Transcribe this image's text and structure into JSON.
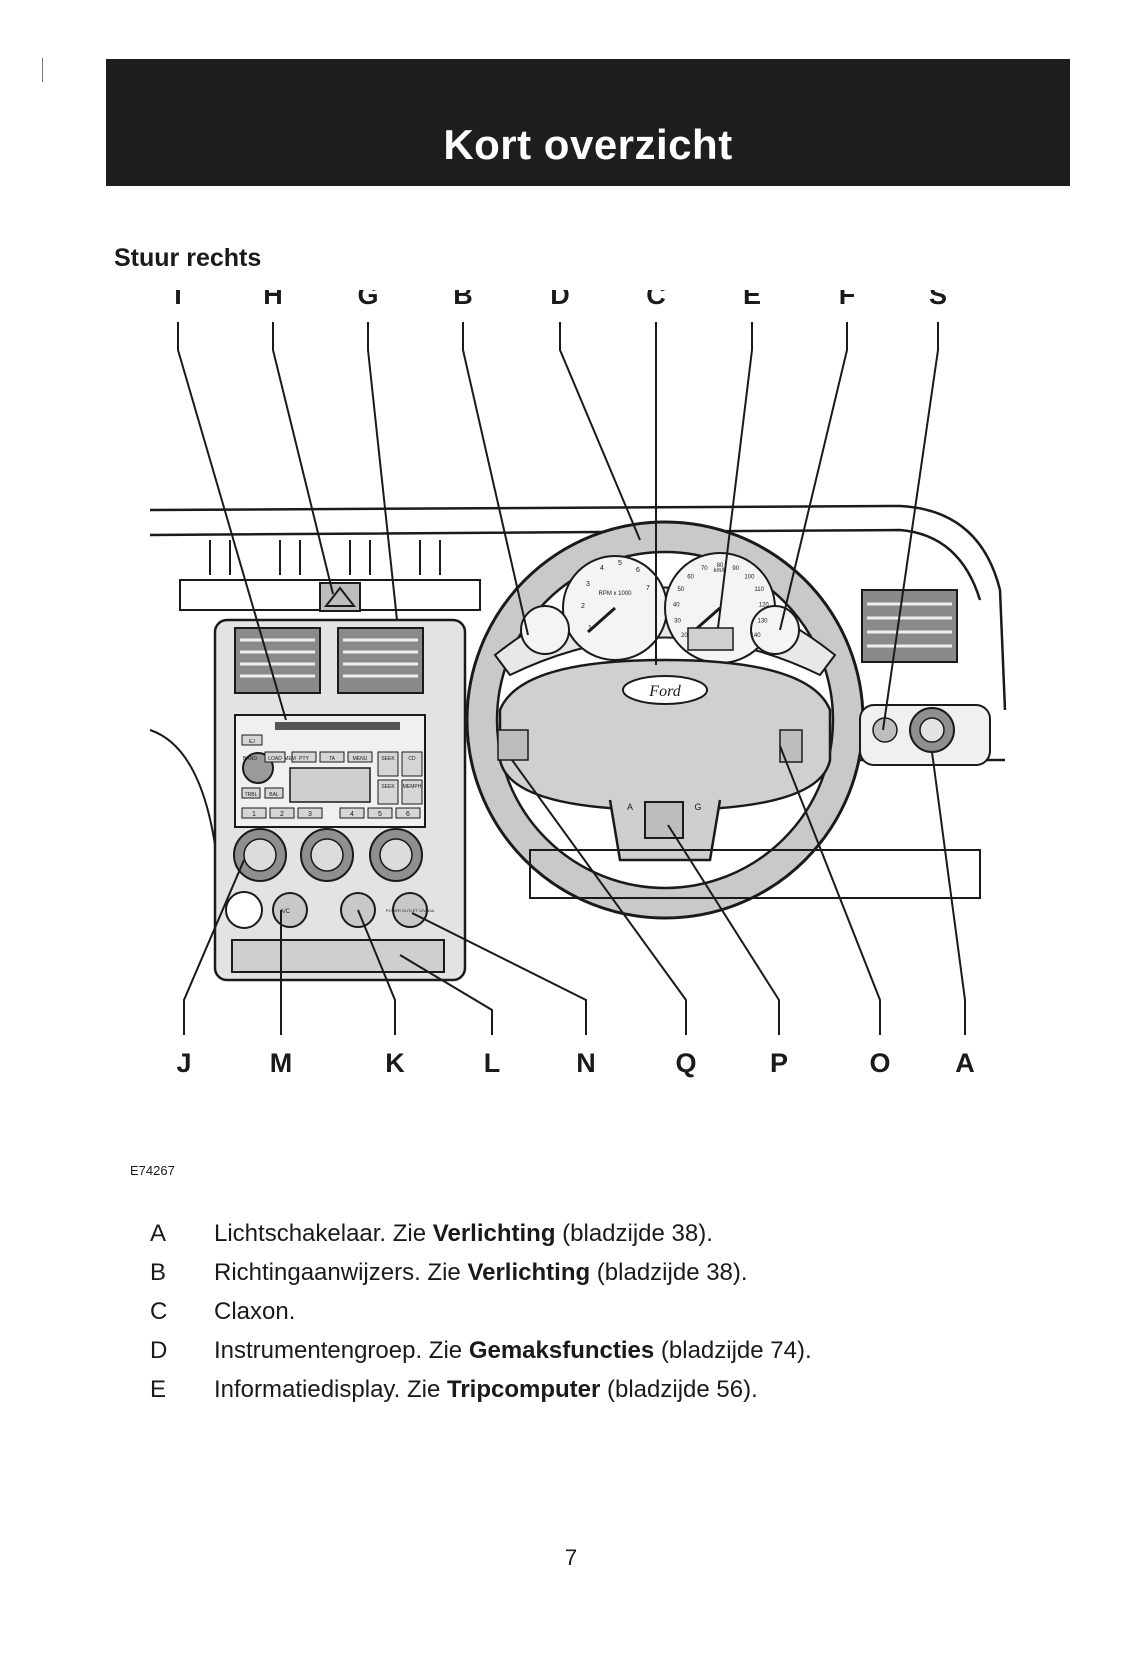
{
  "header": {
    "title": "Kort overzicht"
  },
  "section": {
    "subtitle": "Stuur rechts"
  },
  "figure": {
    "code": "E74267",
    "top_labels": [
      "I",
      "H",
      "G",
      "B",
      "D",
      "C",
      "E",
      "F",
      "S"
    ],
    "bottom_labels": [
      "J",
      "M",
      "K",
      "L",
      "N",
      "Q",
      "P",
      "O",
      "A"
    ],
    "panel_text": {
      "brand": "Ford",
      "rpm_unit": "RPM x 1000",
      "speed_unit": "km/h",
      "speed_marks": [
        "20",
        "30",
        "40",
        "50",
        "60",
        "70",
        "80",
        "90",
        "100",
        "110",
        "120",
        "130",
        "140"
      ],
      "rpm_marks": [
        "1",
        "2",
        "3",
        "4",
        "5",
        "6",
        "7"
      ],
      "radio_buttons": [
        "EJ",
        "LOAD",
        "BAND",
        "MEM",
        "PTY",
        "TA",
        "MENU",
        "SEEK",
        "CD",
        "TRBL",
        "BAL",
        "SEEK",
        "MEMPH"
      ],
      "radio_presets": [
        "1",
        "2",
        "3",
        "4",
        "5",
        "6"
      ],
      "climate_labels": [
        "A/C",
        "POWER OUTLET 12V 10A"
      ],
      "horn_letters": [
        "A",
        "G"
      ]
    }
  },
  "legend": [
    {
      "key": "A",
      "text": "Lichtschakelaar.  Zie ",
      "bold": "Verlichting",
      "after": " (bladzijde 38)."
    },
    {
      "key": "B",
      "text": "Richtingaanwijzers.  Zie ",
      "bold": "Verlichting",
      "after": " (bladzijde 38)."
    },
    {
      "key": "C",
      "text": "Claxon.",
      "bold": "",
      "after": ""
    },
    {
      "key": "D",
      "text": "Instrumentengroep.  Zie ",
      "bold": "Gemaksfuncties",
      "after": " (bladzijde 74)."
    },
    {
      "key": "E",
      "text": "Informatiedisplay.  Zie ",
      "bold": "Tripcomputer",
      "after": " (bladzijde 56)."
    }
  ],
  "page": {
    "number": "7"
  }
}
